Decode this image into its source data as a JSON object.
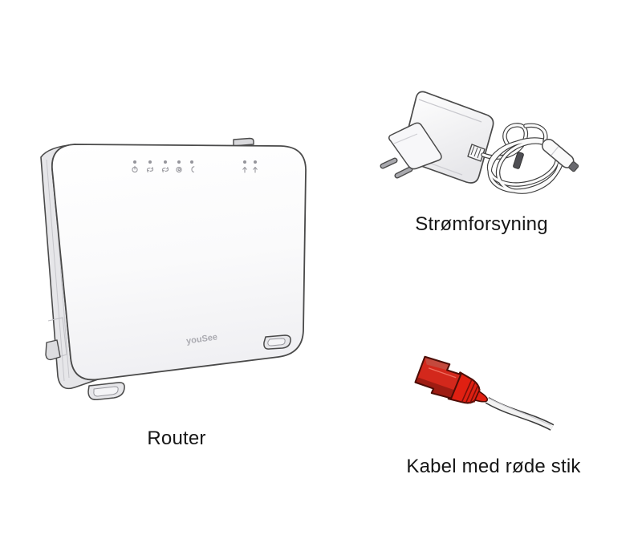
{
  "figure": {
    "background": "#ffffff",
    "items": [
      {
        "name": "router",
        "label": "Router"
      },
      {
        "name": "power-supply",
        "label": "Strømforsyning"
      },
      {
        "name": "cable-red-connector",
        "label": "Kabel med røde stik"
      }
    ],
    "router": {
      "brand_label": "youSee",
      "led_icons": [
        "power-icon",
        "link-icon",
        "link-icon",
        "internet-icon",
        "phone-icon",
        "wifi-icon",
        "wifi-icon"
      ]
    },
    "colors": {
      "outline": "#4a4a4a",
      "device_fill": "#ffffff",
      "device_shade": "#e6e6e9",
      "led_gray": "#9a9aa0",
      "brand_gray": "#aaaab0",
      "connector_red": "#e02012",
      "connector_red_mid": "#c4493d",
      "connector_red_dark": "#9e1c13",
      "connector_outline": "#4d0d06",
      "cable_fill": "#f2f2f2",
      "label_text": "#161616"
    }
  }
}
